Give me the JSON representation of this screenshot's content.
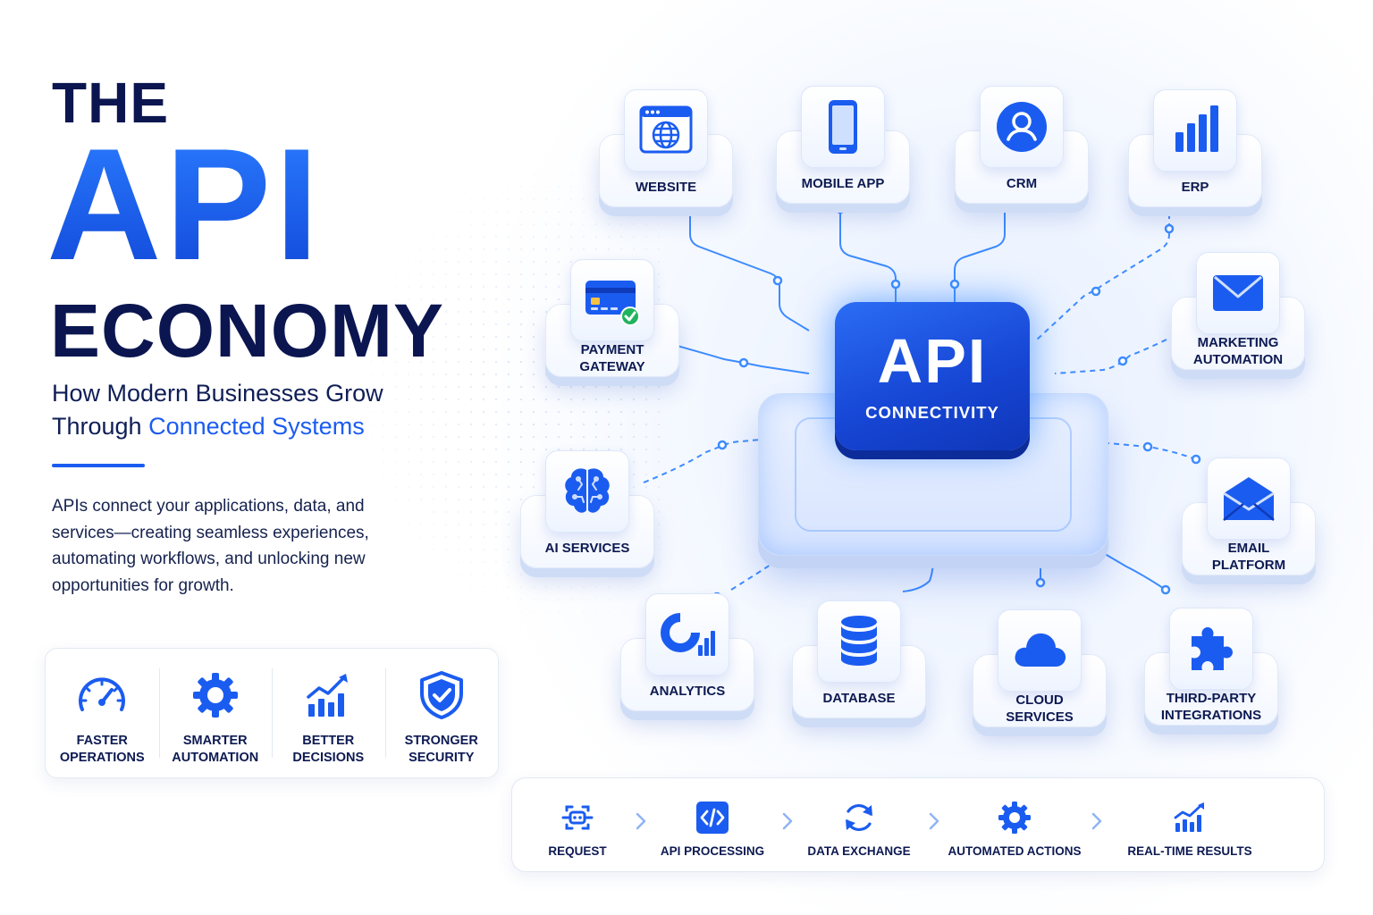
{
  "title": {
    "line1": "THE",
    "line2": "API",
    "line3": "ECONOMY"
  },
  "subtitle": {
    "line1": "How Modern Businesses Grow",
    "line2_prefix": "Through ",
    "line2_highlight": "Connected Systems"
  },
  "description": "APIs connect your applications, data, and services—creating seamless experiences, automating workflows, and unlocking new opportunities for growth.",
  "benefits": [
    {
      "label": "FASTER\nOPERATIONS",
      "icon": "speedometer-icon"
    },
    {
      "label": "SMARTER\nAUTOMATION",
      "icon": "gear-icon"
    },
    {
      "label": "BETTER\nDECISIONS",
      "icon": "growth-chart-icon"
    },
    {
      "label": "STRONGER\nSECURITY",
      "icon": "shield-check-icon"
    }
  ],
  "hub": {
    "title": "API",
    "subtitle": "CONNECTIVITY"
  },
  "nodes": {
    "website": "WEBSITE",
    "mobile_app": "MOBILE APP",
    "crm": "CRM",
    "erp": "ERP",
    "payment_gateway": "PAYMENT\nGATEWAY",
    "marketing_automation": "MARKETING\nAUTOMATION",
    "ai_services": "AI SERVICES",
    "email_platform": "EMAIL\nPLATFORM",
    "analytics": "ANALYTICS",
    "database": "DATABASE",
    "cloud_services": "CLOUD\nSERVICES",
    "third_party": "THIRD-PARTY\nINTEGRATIONS"
  },
  "process": [
    {
      "label": "REQUEST",
      "icon": "request-icon"
    },
    {
      "label": "API PROCESSING",
      "icon": "code-icon"
    },
    {
      "label": "DATA EXCHANGE",
      "icon": "sync-icon"
    },
    {
      "label": "AUTOMATED ACTIONS",
      "icon": "gear-icon"
    },
    {
      "label": "REAL-TIME RESULTS",
      "icon": "chart-up-icon"
    }
  ],
  "colors": {
    "brand_blue": "#1b5cf0",
    "navy": "#0b1650",
    "connector": "#3d8bff"
  }
}
